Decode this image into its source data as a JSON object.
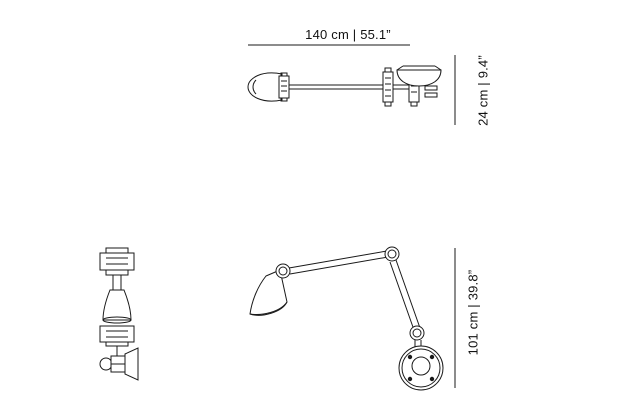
{
  "dimensions": {
    "width_label": "140 cm | 55.1”",
    "height_top_label": "24 cm | 9.4”",
    "height_side_label": "101 cm | 39.8”"
  },
  "colors": {
    "line": "#1a1a1a",
    "background": "#ffffff"
  }
}
